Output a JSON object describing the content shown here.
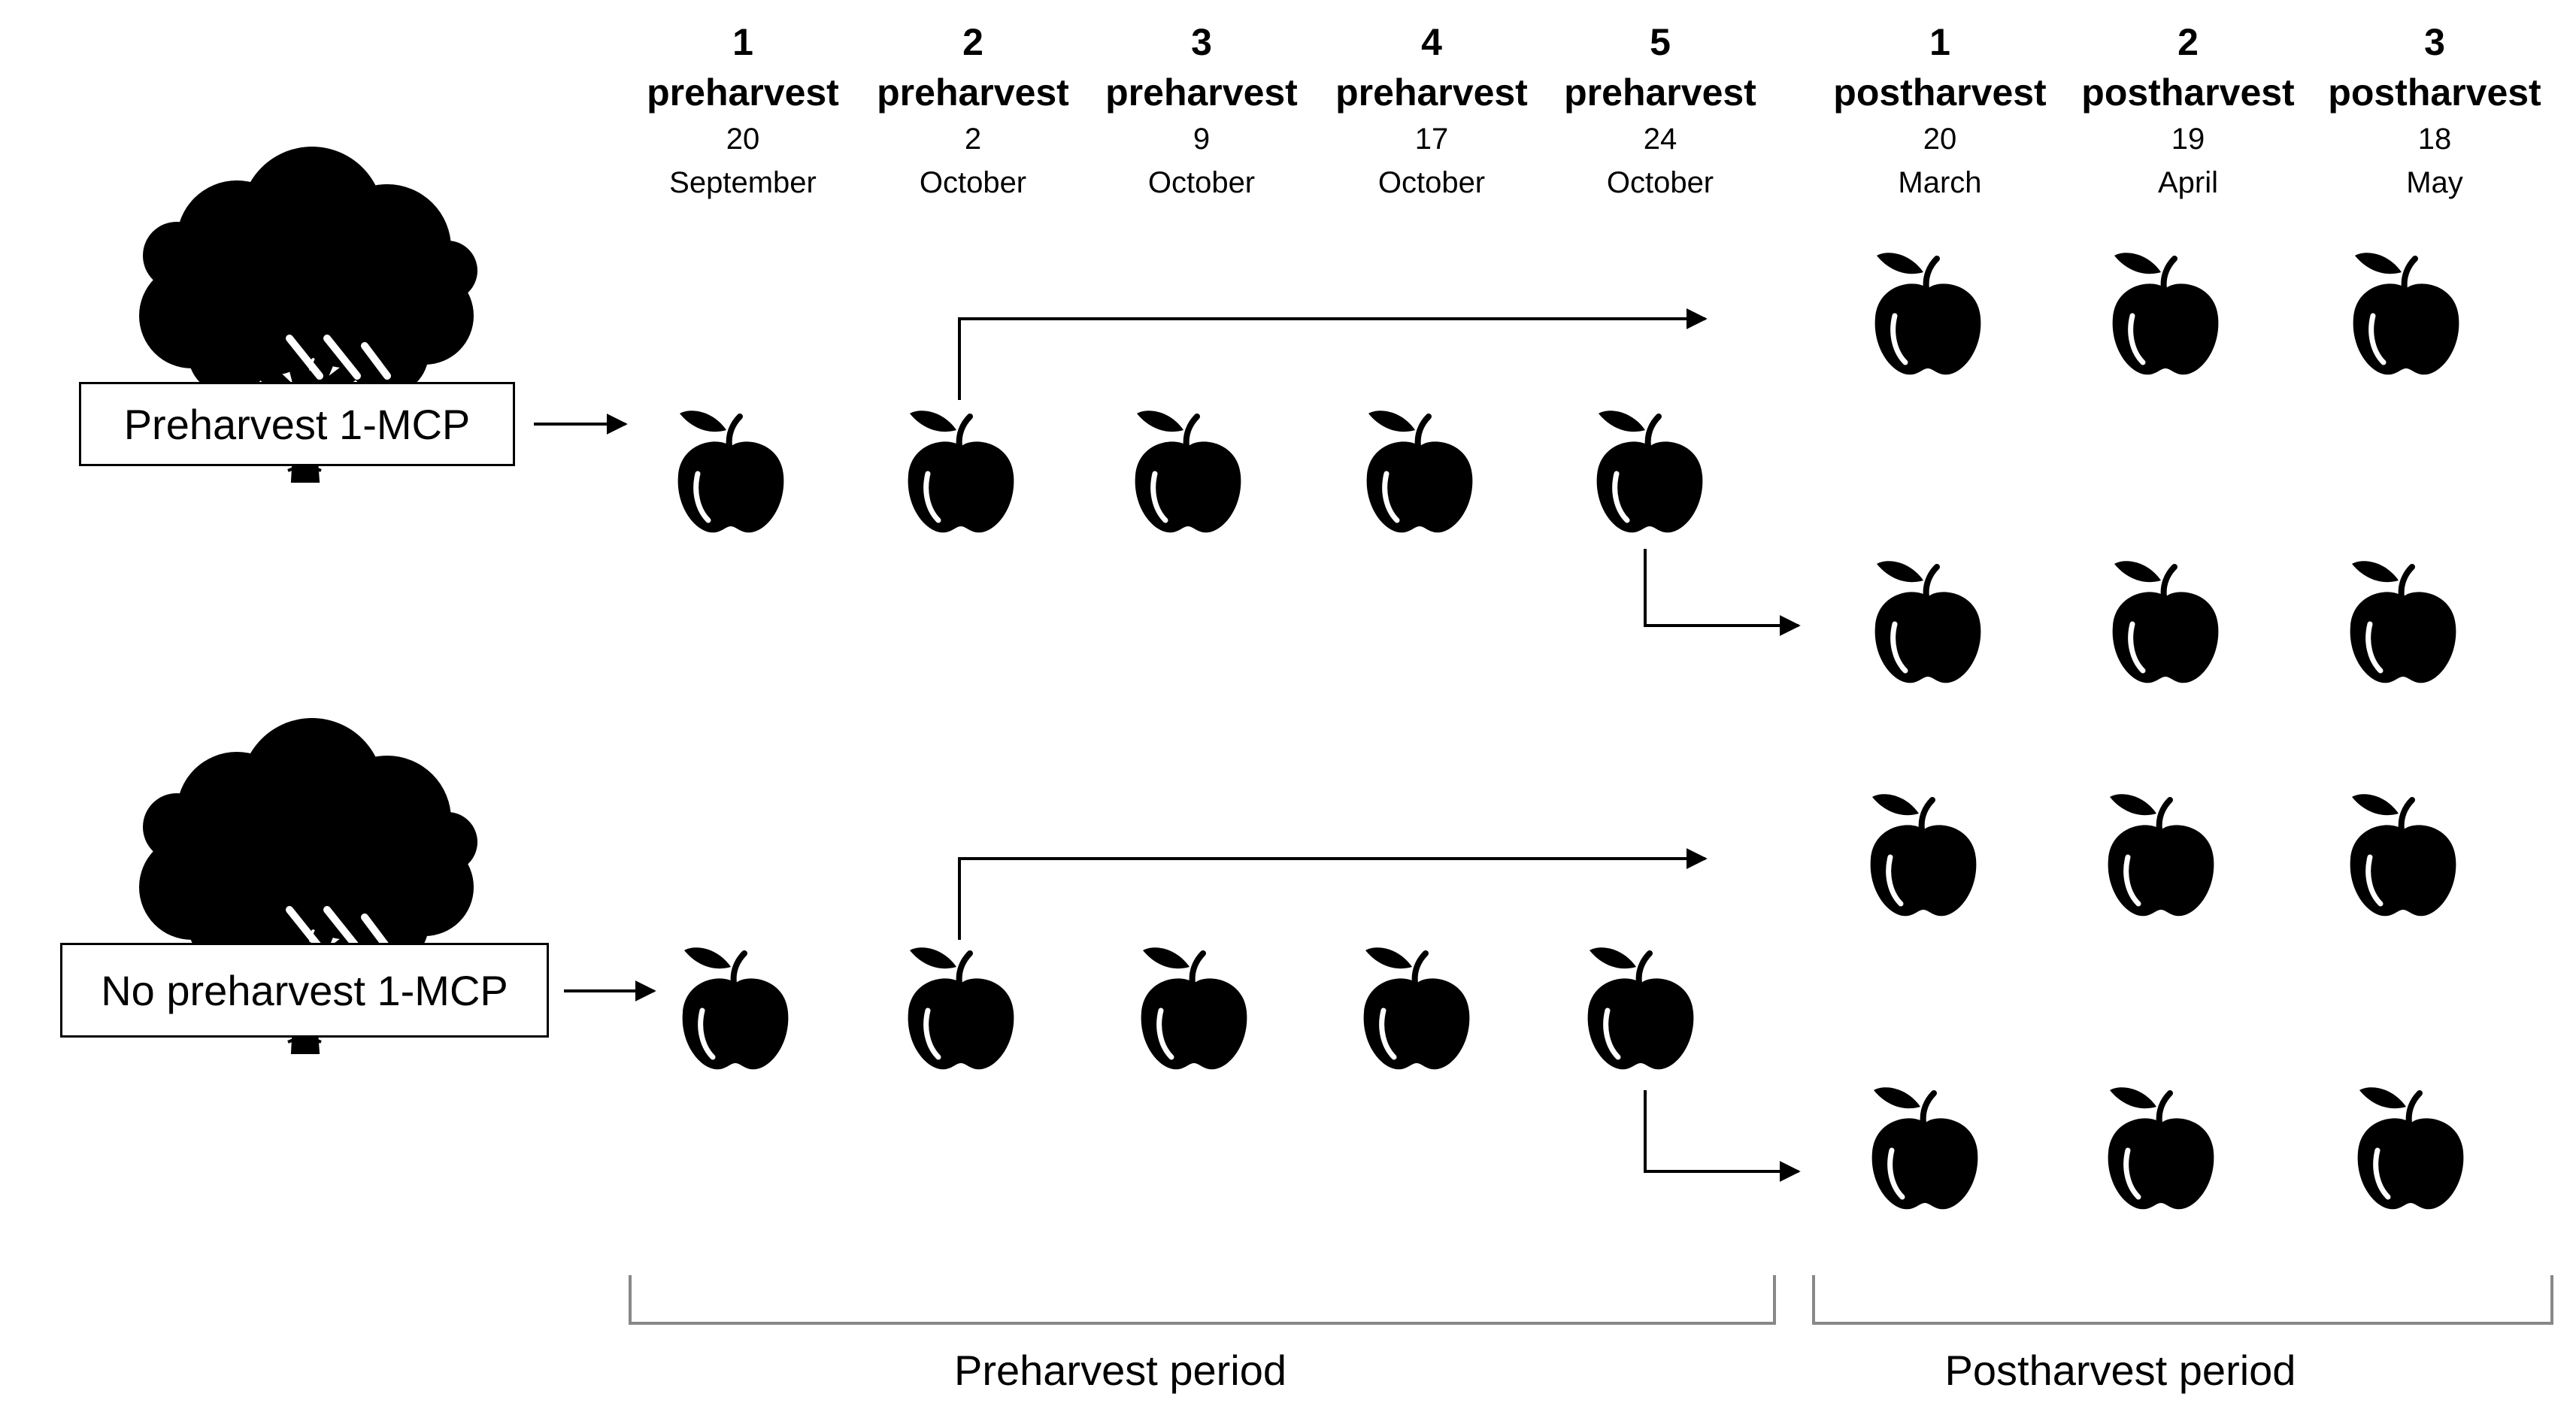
{
  "columns": [
    {
      "number": "1",
      "phase": "preharvest",
      "day": "20",
      "month": "September"
    },
    {
      "number": "2",
      "phase": "preharvest",
      "day": "2",
      "month": "October"
    },
    {
      "number": "3",
      "phase": "preharvest",
      "day": "9",
      "month": "October"
    },
    {
      "number": "4",
      "phase": "preharvest",
      "day": "17",
      "month": "October"
    },
    {
      "number": "5",
      "phase": "preharvest",
      "day": "24",
      "month": "October"
    },
    {
      "number": "1",
      "phase": "postharvest",
      "day": "20",
      "month": "March"
    },
    {
      "number": "2",
      "phase": "postharvest",
      "day": "19",
      "month": "April"
    },
    {
      "number": "3",
      "phase": "postharvest",
      "day": "18",
      "month": "May"
    }
  ],
  "treatments": {
    "preharvest_mcp": "Preharvest 1-MCP",
    "no_preharvest_mcp": "No preharvest 1-MCP"
  },
  "periods": {
    "preharvest": "Preharvest period",
    "postharvest": "Postharvest period"
  },
  "icons": {
    "tree": "tree-icon",
    "apple": "apple-icon"
  },
  "colors": {
    "ink": "#000000",
    "bracket": "#888888"
  }
}
